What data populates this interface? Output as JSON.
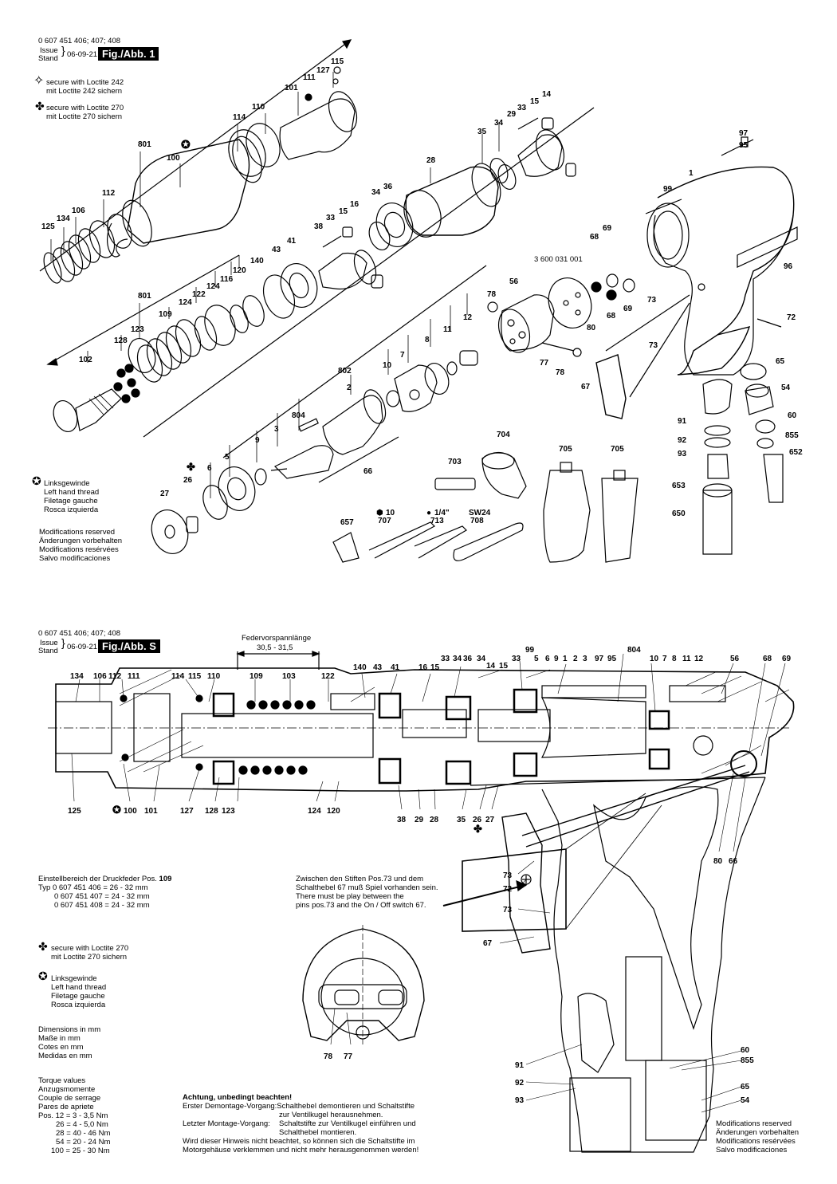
{
  "top": {
    "model_numbers": "0 607 451 406; 407; 408",
    "issue_label": "Issue",
    "stand_label": "Stand",
    "date": "06-09-21",
    "fig": "Fig./Abb. 1",
    "loctite_242": [
      "secure with Loctite 242",
      "mit Loctite 242 sichern"
    ],
    "loctite_270": [
      "secure with Loctite 270",
      "mit Loctite 270 sichern"
    ],
    "left_hand": [
      "Linksgewinde",
      "Left hand thread",
      "Filetage gauche",
      "Rosca izquierda"
    ],
    "modifications": [
      "Modifications reserved",
      "Änderungen vorbehalten",
      "Modifications resérvées",
      "Salvo modificaciones"
    ],
    "part_code": "3 600 031 001",
    "tool_labels": {
      "t707": "10",
      "t713": "1/4\"",
      "t708": "SW24"
    },
    "parts": [
      "115",
      "127",
      "111",
      "101",
      "14",
      "15",
      "33",
      "29",
      "110",
      "114",
      "35",
      "34",
      "801",
      "100",
      "28",
      "36",
      "34",
      "97",
      "95",
      "1",
      "99",
      "112",
      "16",
      "15",
      "33",
      "38",
      "106",
      "134",
      "125",
      "41",
      "43",
      "140",
      "69",
      "68",
      "120",
      "116",
      "124",
      "122",
      "124",
      "109",
      "801",
      "123",
      "128",
      "102",
      "78",
      "56",
      "11",
      "12",
      "8",
      "7",
      "10",
      "802",
      "2",
      "804",
      "3",
      "9",
      "5",
      "6",
      "26",
      "27",
      "66",
      "704",
      "703",
      "705",
      "705",
      "657",
      "707",
      "713",
      "708",
      "80",
      "73",
      "73",
      "77",
      "78",
      "67",
      "65",
      "54",
      "60",
      "855",
      "652",
      "653",
      "650",
      "91",
      "92",
      "93",
      "96",
      "72"
    ]
  },
  "bottom": {
    "model_numbers": "0 607 451 406; 407; 408",
    "issue_label": "Issue",
    "stand_label": "Stand",
    "date": "06-09-21",
    "fig": "Fig./Abb. S",
    "spring_label": "Federvorspannlänge",
    "spring_range": "30,5 - 31,5",
    "top_row": [
      "134",
      "106",
      "112",
      "111",
      "114",
      "115",
      "110",
      "109",
      "103",
      "122",
      "140",
      "43",
      "41",
      "16",
      "15",
      "33",
      "34",
      "36",
      "34",
      "14",
      "15",
      "33",
      "5",
      "6",
      "9",
      "1",
      "2",
      "3",
      "99",
      "97",
      "95",
      "804",
      "10",
      "7",
      "8",
      "11",
      "12",
      "56",
      "68",
      "69"
    ],
    "bottom_row": [
      "125",
      "100",
      "101",
      "127",
      "128",
      "123",
      "124",
      "120",
      "38",
      "29",
      "28",
      "35",
      "26",
      "27",
      "80",
      "66"
    ],
    "switch_parts": [
      "73",
      "72",
      "73",
      "67"
    ],
    "section_parts": [
      "78",
      "77"
    ],
    "handle_parts": [
      "91",
      "92",
      "93",
      "60",
      "855",
      "65",
      "54"
    ],
    "spring_setting": {
      "title": "Einstellbereich der Druckfeder Pos.",
      "pos": "109",
      "rows": [
        "Typ 0 607 451 406 = 26 - 32 mm",
        "0 607 451 407 = 24 - 32 mm",
        "0 607 451 408 = 24 - 32 mm"
      ]
    },
    "note_de": [
      "Zwischen den Stiften Pos.73 und dem",
      "Schalthebel 67 muß Spiel vorhanden sein."
    ],
    "note_en": [
      "There must be play between the",
      "pins pos.73 and the On / Off switch 67."
    ],
    "loctite_270": [
      "secure with Loctite 270",
      "mit Loctite 270 sichern"
    ],
    "left_hand": [
      "Linksgewinde",
      "Left hand thread",
      "Filetage gauche",
      "Rosca izquierda"
    ],
    "dimensions": [
      "Dimensions in mm",
      "Maße in mm",
      "Cotes en mm",
      "Medidas en mm"
    ],
    "torque": [
      "Torque values",
      "Anzugsmomente",
      "Couple de serrage",
      "Pares de apriete",
      "Pos. 12 = 3 - 3,5 Nm",
      "26 = 4 - 5,0 Nm",
      "28 = 40 - 46 Nm",
      "54 = 20 - 24 Nm",
      "100 = 25 - 30 Nm"
    ],
    "warning": {
      "title": "Achtung, unbedingt beachten!",
      "l1_label": "Erster Demontage-Vorgang:",
      "l1": "Schalthebel demontieren und Schaltstifte",
      "l1b": "zur Ventilkugel herausnehmen.",
      "l2_label": "Letzter Montage-Vorgang:",
      "l2": "Schaltstifte zur Ventilkugel einführen und",
      "l2b": "Schalthebel montieren.",
      "l3": "Wird dieser Hinweis nicht beachtet, so können sich die Schaltstifte im",
      "l4": "Motorgehäuse verklemmen und nicht mehr herausgenommen werden!"
    },
    "modifications": [
      "Modifications reserved",
      "Änderungen vorbehalten",
      "Modifications resérvées",
      "Salvo modificaciones"
    ]
  }
}
